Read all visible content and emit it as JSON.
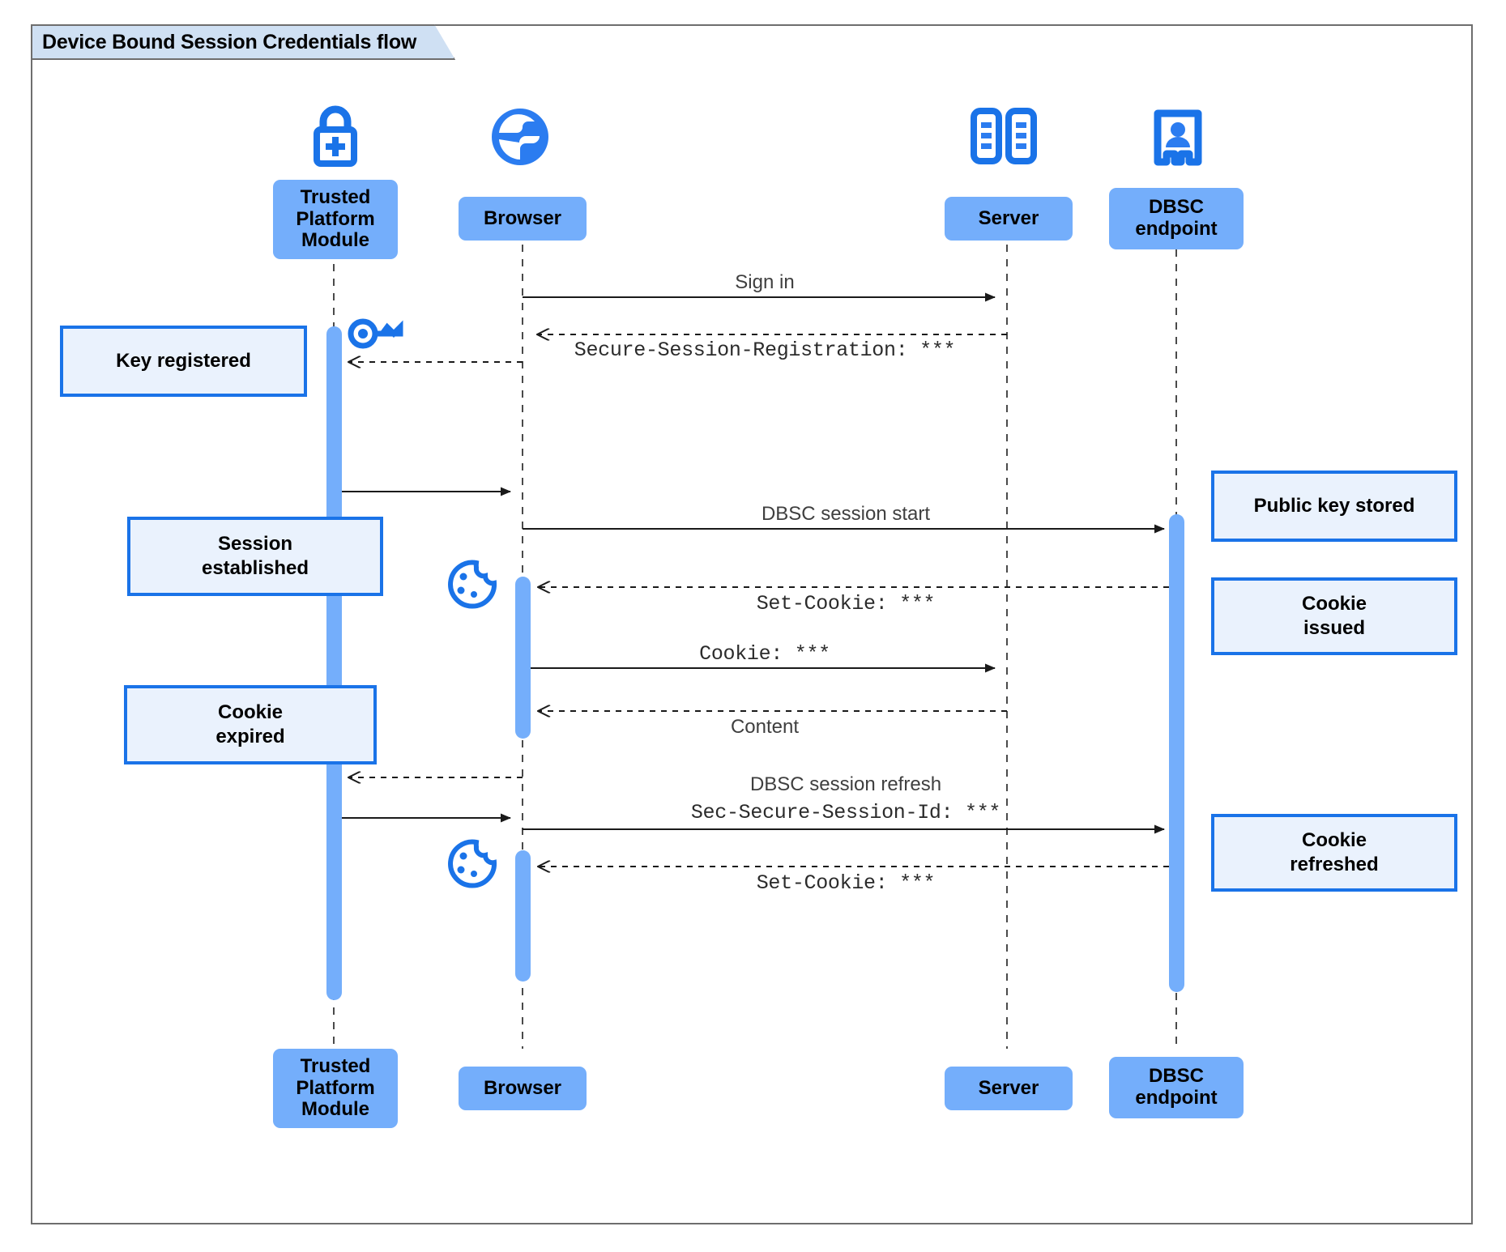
{
  "frame": {
    "title": "Device Bound Session Credentials flow",
    "border_color": "#6e6e6e",
    "tab_fill": "#cfe0f3"
  },
  "theme": {
    "participant_fill": "#74aefb",
    "activation_fill": "#74aefb",
    "note_fill": "#eaf2fd",
    "note_border": "#1a73e8",
    "icon_blue": "#1a73e8",
    "lifeline_color": "#4a4a4a"
  },
  "participants": [
    {
      "id": "tpm",
      "label": "Trusted\nPlatform\nModule",
      "label_line1": "Trusted",
      "label_line2": "Platform",
      "label_line3": "Module",
      "icon": "padlock-plus-icon"
    },
    {
      "id": "browser",
      "label": "Browser",
      "icon": "globe-icon"
    },
    {
      "id": "server",
      "label": "Server",
      "icon": "server-rack-icon"
    },
    {
      "id": "dbsc",
      "label": "DBSC\nendpoint",
      "label_line1": "DBSC",
      "label_line2": "endpoint",
      "icon": "id-badge-icon"
    }
  ],
  "messages": [
    {
      "id": "m1",
      "from": "browser",
      "to": "server",
      "label": "Sign in",
      "style": "solid",
      "font": "sans"
    },
    {
      "id": "m2",
      "from": "server",
      "to": "browser",
      "label": "Secure-Session-Registration: ***",
      "style": "dashed",
      "font": "mono"
    },
    {
      "id": "m3",
      "from": "browser",
      "to": "tpm",
      "label": "",
      "style": "dashed",
      "font": "mono"
    },
    {
      "id": "m4",
      "from": "tpm",
      "to": "browser",
      "label": "",
      "style": "solid",
      "font": "sans"
    },
    {
      "id": "m5",
      "from": "browser",
      "to": "dbsc",
      "label": "DBSC session start",
      "style": "solid",
      "font": "sans"
    },
    {
      "id": "m6",
      "from": "dbsc",
      "to": "browser",
      "label": "Set-Cookie: ***",
      "style": "dashed",
      "font": "mono"
    },
    {
      "id": "m7",
      "from": "browser",
      "to": "server",
      "label": "Cookie: ***",
      "style": "solid",
      "font": "mono"
    },
    {
      "id": "m8",
      "from": "server",
      "to": "browser",
      "label": "Content",
      "style": "dashed",
      "font": "sans"
    },
    {
      "id": "m9",
      "from": "browser",
      "to": "tpm",
      "label": "",
      "style": "dashed",
      "font": "mono"
    },
    {
      "id": "m10",
      "from": "tpm",
      "to": "browser",
      "label": "",
      "style": "solid",
      "font": "sans"
    },
    {
      "id": "m11",
      "from": "browser",
      "to": "dbsc",
      "label_line1": "DBSC session refresh",
      "label_line2": "Sec-Secure-Session-Id: ***",
      "style": "solid",
      "font": "mixed"
    },
    {
      "id": "m12",
      "from": "dbsc",
      "to": "browser",
      "label": "Set-Cookie: ***",
      "style": "dashed",
      "font": "mono"
    }
  ],
  "notes": [
    {
      "id": "n1",
      "side": "left",
      "text": "Key registered",
      "line1": "Key registered"
    },
    {
      "id": "n2",
      "side": "left",
      "line1": "Session",
      "line2": "established"
    },
    {
      "id": "n3",
      "side": "left",
      "line1": "Cookie",
      "line2": "expired"
    },
    {
      "id": "n4",
      "side": "right",
      "line1": "Public key stored"
    },
    {
      "id": "n5",
      "side": "right",
      "line1": "Cookie",
      "line2": "issued"
    },
    {
      "id": "n6",
      "side": "right",
      "line1": "Cookie",
      "line2": "refreshed"
    }
  ],
  "inline_icons": [
    {
      "id": "key1",
      "name": "key-icon",
      "near": "tpm"
    },
    {
      "id": "cookie1",
      "name": "cookie-icon",
      "near": "browser"
    },
    {
      "id": "cookie2",
      "name": "cookie-icon",
      "near": "browser"
    }
  ]
}
